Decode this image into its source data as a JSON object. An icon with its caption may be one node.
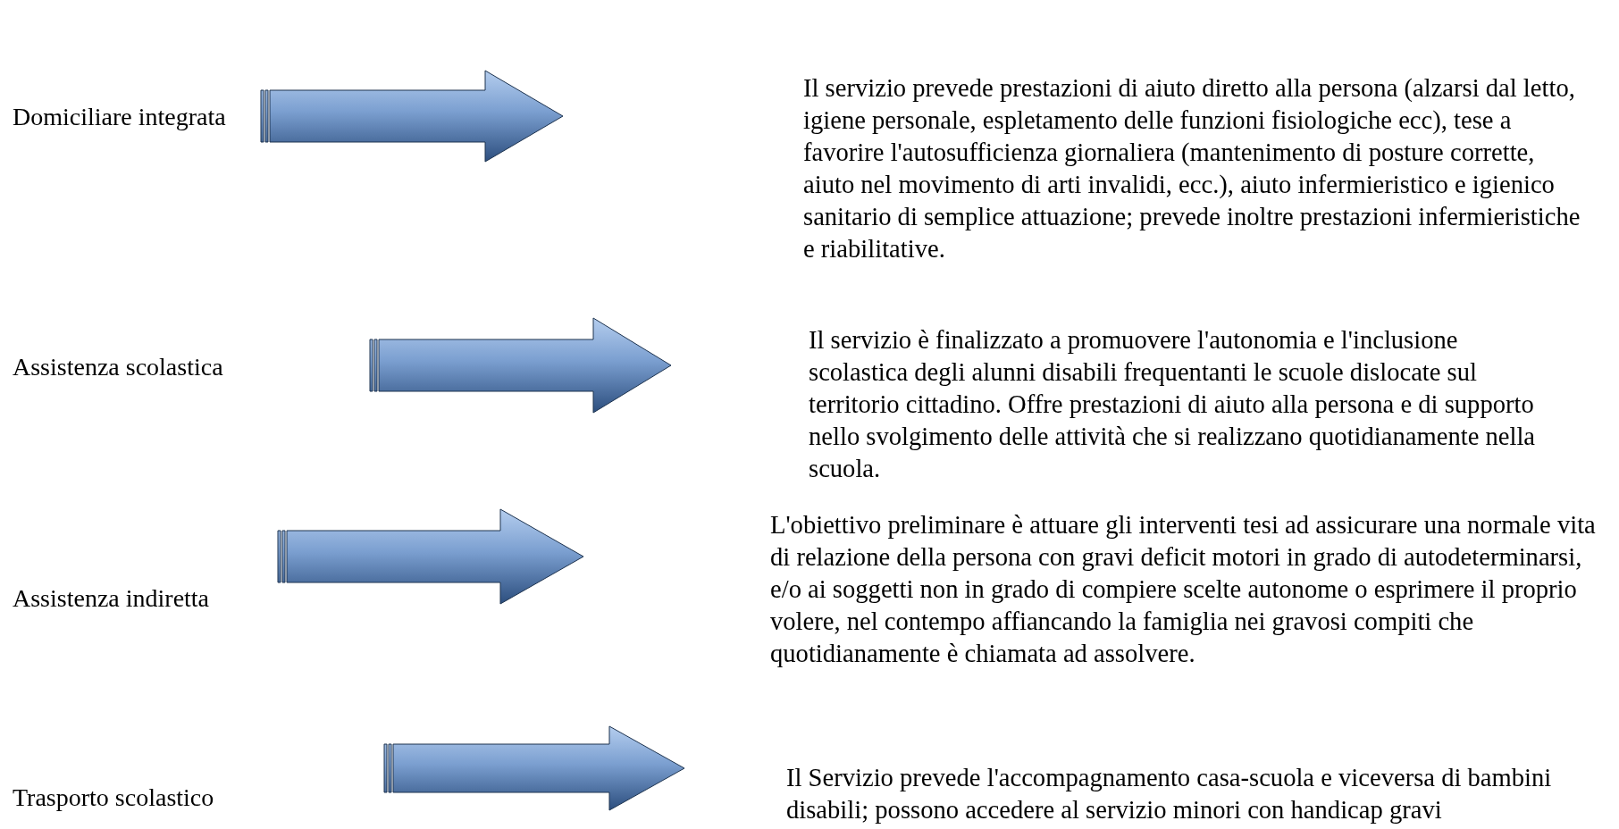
{
  "diagram": {
    "nodes": [
      {
        "text": [
          "Domiciliare integrata"
        ]
      },
      {
        "text": [],
        "shape": "arrow"
      },
      {
        "text": [
          "Il servizio prevede prestazioni di aiuto diretto alla persona (alzarsi dal letto, igiene personale, espletamento delle funzioni fisiologiche ecc), tese a favorire l'autosufficienza giornaliera (mantenimento di posture corrette, aiuto nel movimento di arti invalidi, ecc.), aiuto infermieristico e igienico sanitario di semplice attuazione; prevede inoltre prestazioni infermieristiche e riabilitative."
        ]
      },
      {
        "text": [
          "Assistenza scolastica"
        ]
      },
      {
        "text": [],
        "shape": "arrow"
      },
      {
        "text": [
          "Il servizio è finalizzato a promuovere l'autonomia e l'inclusione scolastica degli alunni disabili frequentanti le scuole dislocate sul territorio cittadino. Offre prestazioni di aiuto alla persona e di supporto nello svolgimento delle attività che si realizzano quotidianamente nella scuola."
        ]
      },
      {
        "text": [
          "Assistenza indiretta"
        ]
      },
      {
        "text": [],
        "shape": "arrow"
      },
      {
        "text": [
          "L'obiettivo preliminare è attuare gli interventi tesi ad assicurare una normale vita di relazione della persona con gravi deficit motori in grado di autodeterminarsi, e/o ai soggetti non in grado di compiere scelte autonome o esprimere il proprio volere, nel contempo affiancando la famiglia nei gravosi compiti che quotidianamente è chiamata ad assolvere."
        ]
      },
      {
        "text": [
          "Trasporto scolastico"
        ]
      },
      {
        "text": [],
        "shape": "arrow"
      },
      {
        "text": [
          "Il Servizio prevede l'accompagnamento casa-scuola e viceversa di bambini disabili; possono accedere al servizio minori con handicap gravi"
        ]
      }
    ]
  }
}
